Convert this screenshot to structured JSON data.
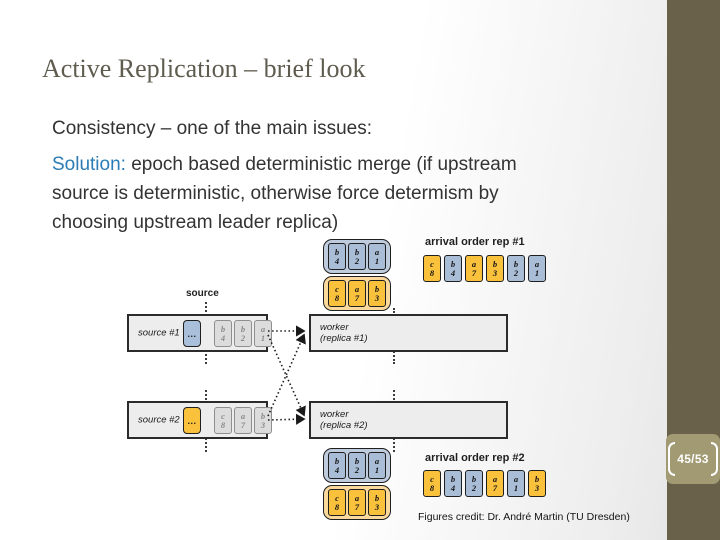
{
  "slide": {
    "title": "Active Replication – brief look",
    "body": {
      "line1": "Consistency – one of the main issues:",
      "solution_label": "Solution:",
      "solution_rest": " epoch based deterministic merge (if upstream",
      "solution_line2": "source is deterministic, otherwise force determism by",
      "solution_line3": "choosing upstream leader replica)"
    },
    "page_number": "45/53",
    "credit": "Figures credit: Dr. André Martin (TU Dresden)"
  },
  "colors": {
    "accent_olive": "#696149",
    "badge_olive": "#a19a73",
    "title_text": "#5f5c4f",
    "solution_blue": "#2b7cb5",
    "tuple_blue": "#a9bdd6",
    "tuple_yellow": "#f9c13c",
    "tuple_gray": "#dcdcdc",
    "group_blue": "#bfccdd",
    "group_yellow": "#fbd99c",
    "sysbox_fill": "#ededed"
  },
  "diagram": {
    "source_label": "source",
    "arrival1_label": "arrival order rep #1",
    "arrival2_label": "arrival order rep #2",
    "source1": {
      "label": "source #1",
      "ellipsis": "...",
      "queue": [
        {
          "l": "b",
          "n": "4"
        },
        {
          "l": "b",
          "n": "2"
        },
        {
          "l": "a",
          "n": "1"
        }
      ]
    },
    "source2": {
      "label": "source #2",
      "ellipsis": "...",
      "queue": [
        {
          "l": "c",
          "n": "8"
        },
        {
          "l": "a",
          "n": "7"
        },
        {
          "l": "b",
          "n": "3"
        }
      ]
    },
    "worker1": {
      "line1": "worker",
      "line2": "(replica #1)"
    },
    "worker2": {
      "line1": "worker",
      "line2": "(replica #2)"
    },
    "group_blue_top": [
      {
        "l": "b",
        "n": "4"
      },
      {
        "l": "b",
        "n": "2"
      },
      {
        "l": "a",
        "n": "1"
      }
    ],
    "group_yellow_top": [
      {
        "l": "c",
        "n": "8"
      },
      {
        "l": "a",
        "n": "7"
      },
      {
        "l": "b",
        "n": "3"
      }
    ],
    "group_blue_bottom": [
      {
        "l": "b",
        "n": "4"
      },
      {
        "l": "b",
        "n": "2"
      },
      {
        "l": "a",
        "n": "1"
      }
    ],
    "group_yellow_bottom": [
      {
        "l": "c",
        "n": "8"
      },
      {
        "l": "a",
        "n": "7"
      },
      {
        "l": "b",
        "n": "3"
      }
    ],
    "arrival1_seq": [
      {
        "l": "c",
        "n": "8",
        "c": "y"
      },
      {
        "l": "b",
        "n": "4",
        "c": "b"
      },
      {
        "l": "a",
        "n": "7",
        "c": "y"
      },
      {
        "l": "b",
        "n": "3",
        "c": "y"
      },
      {
        "l": "b",
        "n": "2",
        "c": "b"
      },
      {
        "l": "a",
        "n": "1",
        "c": "b"
      }
    ],
    "arrival2_seq": [
      {
        "l": "c",
        "n": "8",
        "c": "y"
      },
      {
        "l": "b",
        "n": "4",
        "c": "b"
      },
      {
        "l": "b",
        "n": "2",
        "c": "b"
      },
      {
        "l": "a",
        "n": "7",
        "c": "y"
      },
      {
        "l": "a",
        "n": "1",
        "c": "b"
      },
      {
        "l": "b",
        "n": "3",
        "c": "y"
      }
    ]
  }
}
